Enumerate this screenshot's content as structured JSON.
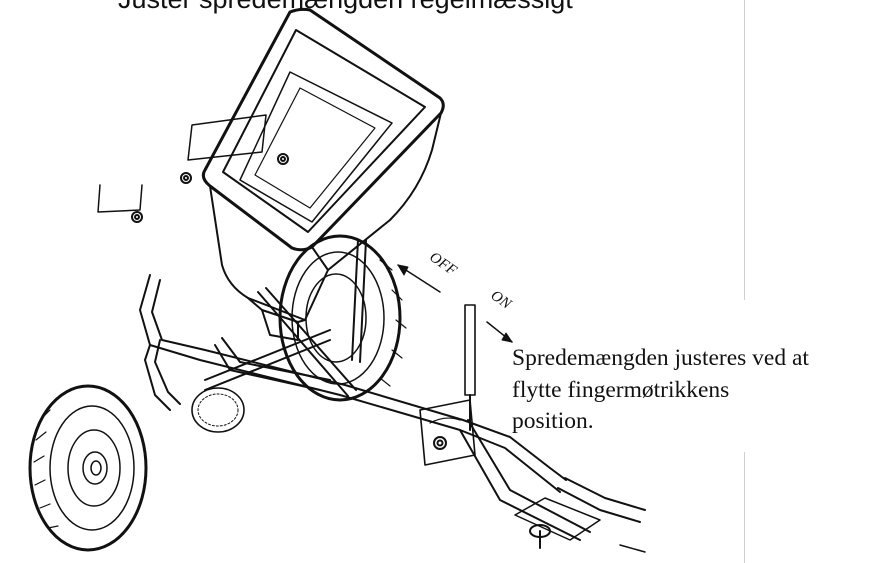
{
  "top_text": "Juster spredemængden regelmæssigt",
  "labels": {
    "off": "OFF",
    "on": "ON"
  },
  "caption": {
    "line1": "Spredemængden justeres ved at",
    "line2": "flytte fingermøtrikkens",
    "line3": "position."
  },
  "colors": {
    "ink": "#111111",
    "background": "#ffffff",
    "rule": "#cfcfcf"
  }
}
